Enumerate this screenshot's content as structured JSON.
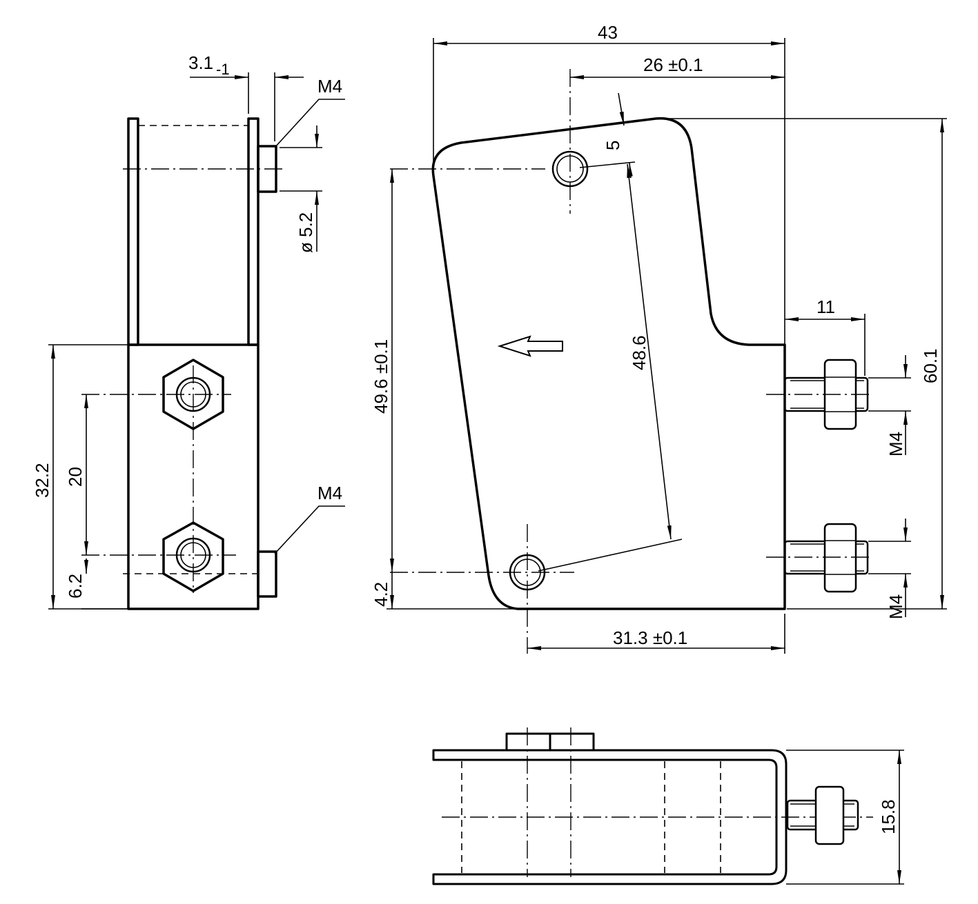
{
  "drawing": {
    "colors": {
      "line": "#000000",
      "background": "#ffffff"
    },
    "side_view": {
      "dim_thickness": "3.1",
      "dim_thickness_tol": "-1",
      "thread_top": "M4",
      "hole_diameter": "ø 5.2",
      "dim_height": "32.2",
      "dim_spacing": "20",
      "dim_bottom": "6.2",
      "thread_bottom": "M4"
    },
    "front_view": {
      "dim_width": "43",
      "dim_hole_offset": "26 ±0.1",
      "dim_edge": "5",
      "dim_diagonal": "48.6",
      "dim_hole_vertical": "49.6 ±0.1",
      "dim_bottom_hole": "4.2",
      "dim_hole_horizontal": "31.3 ±0.1",
      "dim_stud_length": "11",
      "dim_total_height": "60.1",
      "thread_upper": "M4",
      "thread_lower": "M4"
    },
    "bottom_view": {
      "dim_depth": "15.8"
    }
  }
}
